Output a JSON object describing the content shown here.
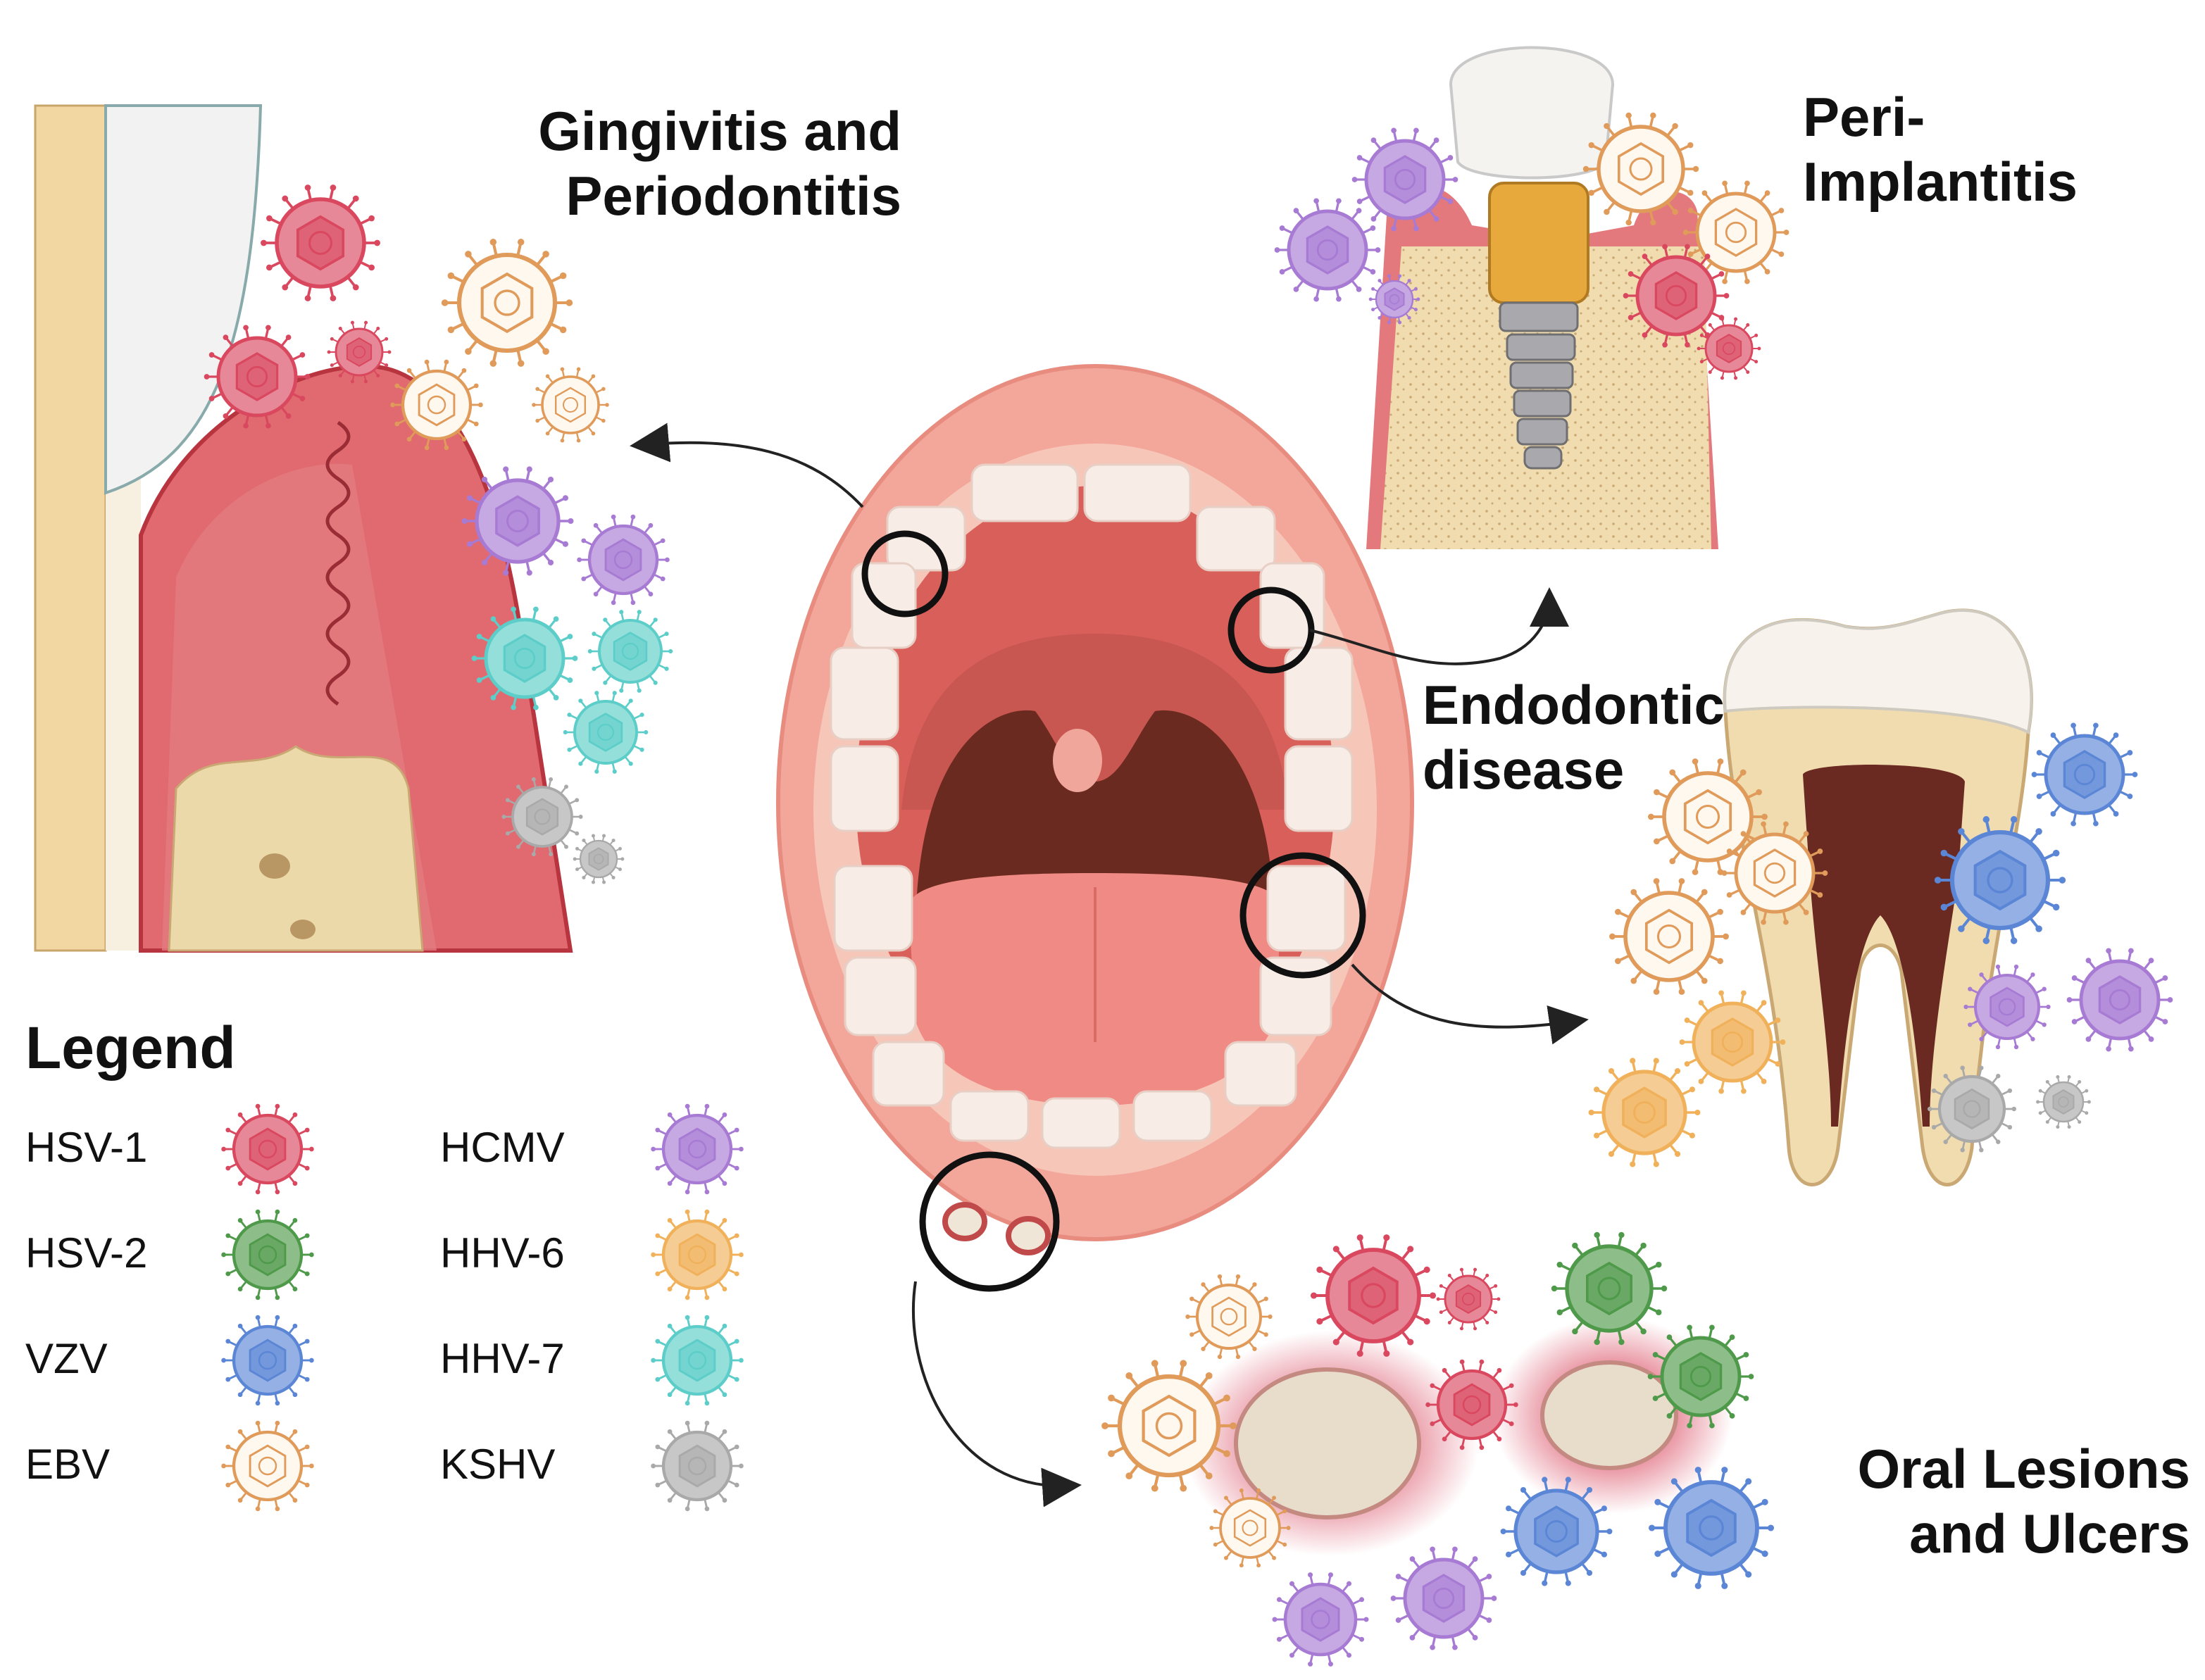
{
  "titles": {
    "gingivitis": [
      "Gingivitis and",
      "Periodontitis"
    ],
    "peri_implantitis": [
      "Peri-",
      "Implantitis"
    ],
    "endodontic": [
      "Endodontic",
      "disease"
    ],
    "oral_lesions": [
      "Oral Lesions",
      "and Ulcers"
    ]
  },
  "legend": {
    "title": "Legend",
    "items": [
      {
        "label": "HSV-1",
        "icon": "hsv1-virus-icon",
        "color": "#d9485f"
      },
      {
        "label": "HSV-2",
        "icon": "hsv2-virus-icon",
        "color": "#4f9a4a"
      },
      {
        "label": "VZV",
        "icon": "vzv-virus-icon",
        "color": "#5b86d6"
      },
      {
        "label": "EBV",
        "icon": "ebv-virus-icon",
        "color": "#e09a5a"
      },
      {
        "label": "HCMV",
        "icon": "hcmv-virus-icon",
        "color": "#a77ad3"
      },
      {
        "label": "HHV-6",
        "icon": "hhv6-virus-icon",
        "color": "#f0b15a"
      },
      {
        "label": "HHV-7",
        "icon": "hhv7-virus-icon",
        "color": "#5ccdc8"
      },
      {
        "label": "KSHV",
        "icon": "kshv-virus-icon",
        "color": "#a9a9a9"
      }
    ]
  },
  "colors": {
    "gum": "#e06a6f",
    "gum_dark": "#c94850",
    "lip": "#f3a79b",
    "throat": "#6b2a1f",
    "tongue": "#f08a84",
    "bone": "#f0dcae",
    "tooth": "#f7f1e8",
    "pulp": "#6a2a22"
  }
}
